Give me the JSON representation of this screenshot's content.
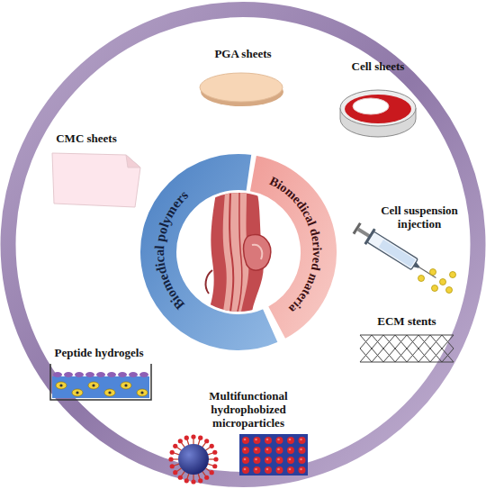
{
  "diagram": {
    "nodes": [
      {
        "text": [
          "Biomedical polymers"
        ]
      },
      {
        "text": [
          "Biomedical derived materia"
        ]
      }
    ],
    "labels": [
      "PGA sheets",
      "Cell sheets",
      "CMC sheets",
      "Cell suspension injection",
      "Peptide hydrogels",
      "ECM stents",
      "Multifunctional hydrophobized microparticles"
    ]
  }
}
